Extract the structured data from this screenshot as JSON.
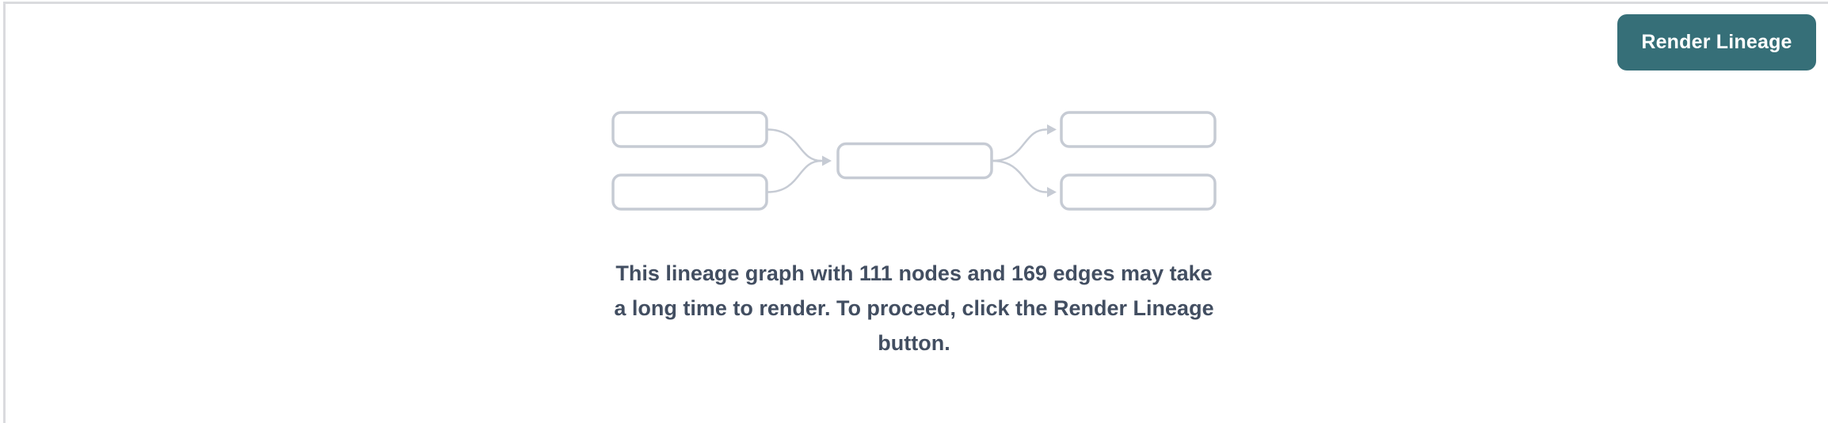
{
  "page": {
    "background": "#ffffff",
    "divider_color": "#dadbde"
  },
  "toolbar": {
    "render_button": {
      "label": "Render Lineage",
      "bg_color": "#366f78",
      "text_color": "#ffffff"
    }
  },
  "lineage_preview": {
    "graphic": {
      "name": "lineage-graph-placeholder",
      "node_stroke_color": "#c6cbd4",
      "edge_stroke_color": "#c6cbd4",
      "node_fill": "#ffffff"
    },
    "message": {
      "full_text": "This lineage graph with 111 nodes and 169 edges may take a long time to render. To proceed, click the Render Lineage button.",
      "lines": [
        "This lineage graph with 111 nodes and 169 edges may take",
        "a long time to render. To proceed, click the Render Lineage",
        "button."
      ],
      "node_count": 111,
      "edge_count": 169,
      "text_color": "#424e61"
    }
  }
}
